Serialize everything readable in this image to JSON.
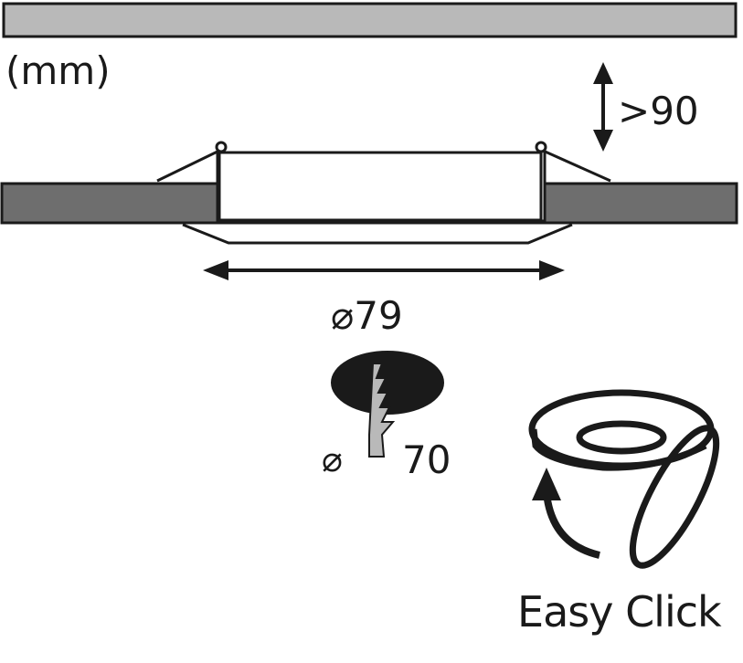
{
  "units": "(mm)",
  "clearance": ">90",
  "bezel_diameter": "⌀79",
  "cutout": {
    "symbol": "⌀",
    "value": "70"
  },
  "feature": "Easy Click",
  "colors": {
    "ceiling_fill": "#b9b9b9",
    "board_fill": "#6e6e6e",
    "outline": "#1a1a1a",
    "cutout_fill": "#1a1a1a",
    "drill_fill": "#b9b9b9"
  },
  "icons": [
    "vertical-double-arrow-icon",
    "horizontal-double-arrow-icon",
    "drill-icon",
    "rotate-arrow-icon"
  ]
}
